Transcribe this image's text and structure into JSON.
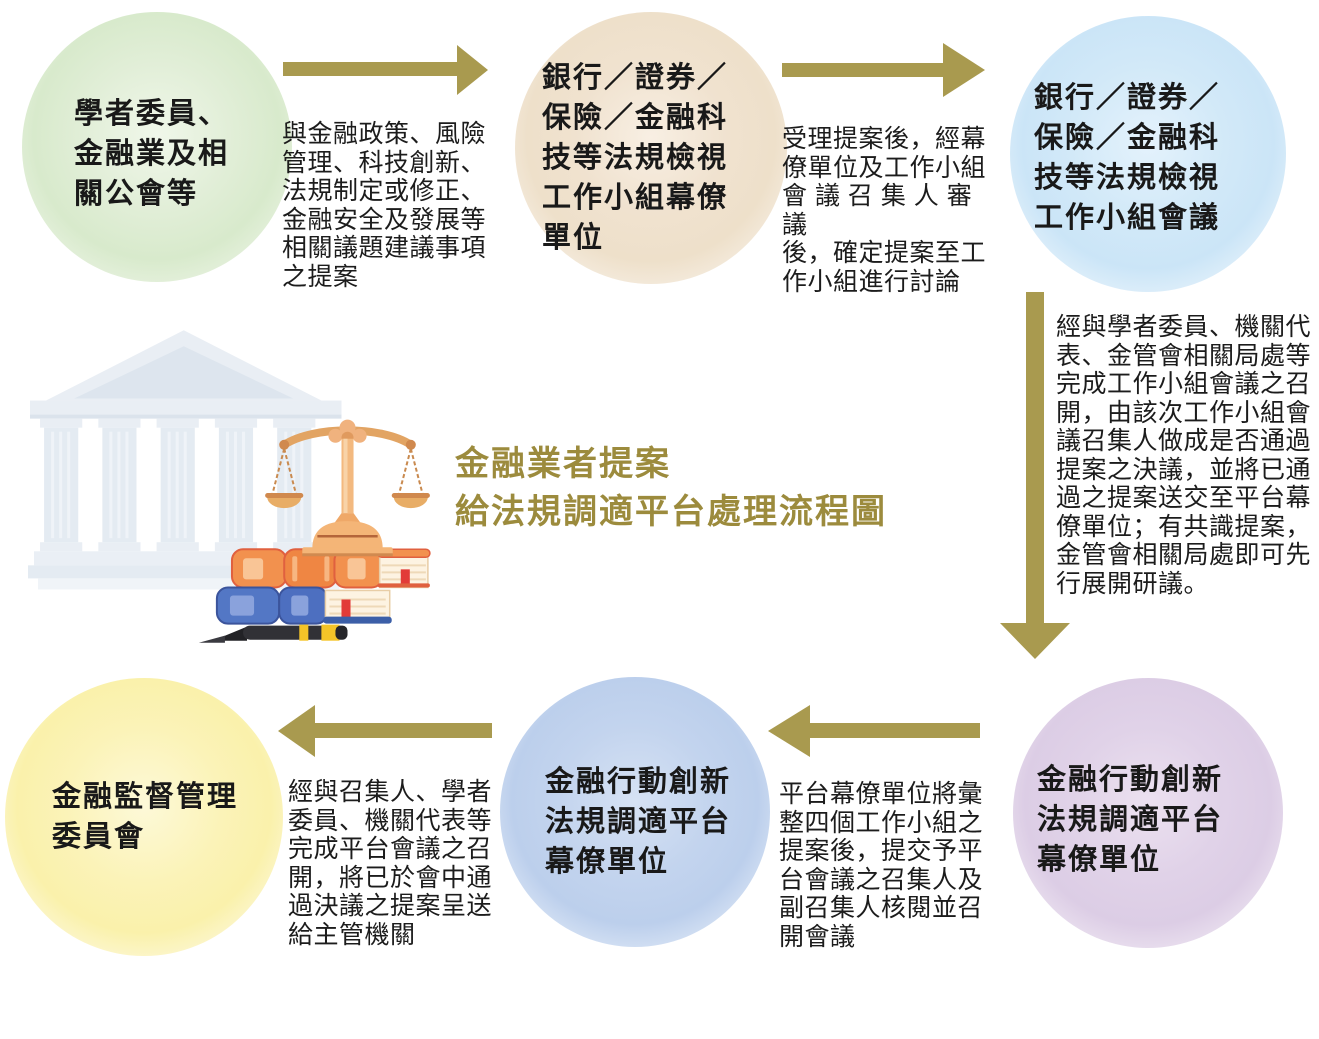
{
  "title": {
    "text": "金融業者提案\n給法規調適平台處理流程圖"
  },
  "nodes": {
    "proposers": {
      "label": "學者委員、\n金融業及相\n關公會等",
      "color": "#d8eacc"
    },
    "wg_staff": {
      "label": "銀行／證券／\n保險／金融科\n技等法規檢視\n工作小組幕僚\n單位",
      "color": "#eee0ca"
    },
    "wg_meeting": {
      "label": "銀行／證券／\n保險／金融科\n技等法規檢視\n工作小組會議",
      "color": "#cbe5f7"
    },
    "platform_staff_collect": {
      "label": "金融行動創新\n法規調適平台\n幕僚單位",
      "color": "#dccde5"
    },
    "platform_staff_meeting": {
      "label": "金融行動創新\n法規調適平台\n幕僚單位",
      "color": "#bccfec"
    },
    "fsc": {
      "label": "金融監督管理\n委員會",
      "color": "#faf1ab"
    }
  },
  "edges": {
    "submit_proposal": {
      "label": "與金融政策、風險\n管理、科技創新、\n法規制定或修正、\n金融安全及發展等\n相關議題建議事項\n之提案"
    },
    "review": {
      "label": "受理提案後，經幕\n僚單位及工作小組\n會 議 召 集 人 審 議\n後，確定提案至工\n作小組進行討論"
    },
    "wg_resolution": {
      "label": "經與學者委員、機關代\n表、金管會相關局處等\n完成工作小組會議之召\n開，由該次工作小組會\n議召集人做成是否通過\n提案之決議，並將已通\n過之提案送交至平台幕\n僚單位；有共識提案，\n金管會相關局處即可先\n行展開研議。"
    },
    "consolidate": {
      "label": "平台幕僚單位將彙\n整四個工作小組之\n提案後，提交予平\n台會議之召集人及\n副召集人核閱並召\n開會議"
    },
    "final_submit": {
      "label": "經與召集人、學者\n委員、機關代表等\n完成平台會議之召\n開，將已於會中通\n過決議之提案呈送\n給主管機關"
    }
  },
  "palette": {
    "arrow_gold": "#a99a4f",
    "title_gold": "#9c8b3d",
    "text": "#1c1c1c"
  }
}
